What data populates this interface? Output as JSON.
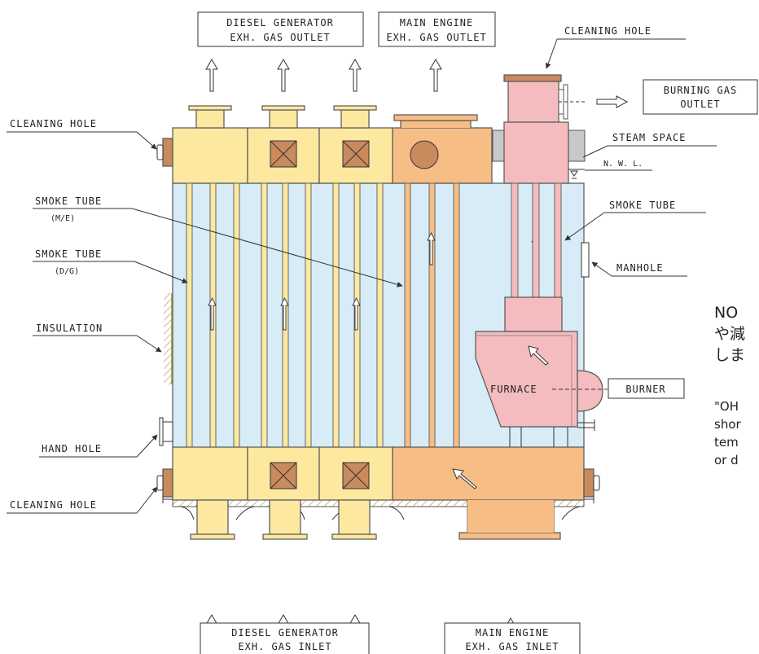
{
  "colors": {
    "yellow": "#fde8a0",
    "orange": "#f6bd85",
    "pink": "#f4bcbf",
    "water": "#d7ecf6",
    "steam": "#c8c8c8",
    "brown": "#c98a5e",
    "hatch": "#a38a2a"
  },
  "labels": {
    "dg_outlet": [
      "DIESEL GENERATOR",
      "EXH. GAS OUTLET"
    ],
    "me_outlet": [
      "MAIN ENGINE",
      "EXH. GAS OUTLET"
    ],
    "cleaning_hole_top": "CLEANING HOLE",
    "burning_gas_outlet": [
      "BURNING GAS",
      "OUTLET"
    ],
    "cleaning_hole_left_top": "CLEANING HOLE",
    "steam_space": "STEAM SPACE",
    "nwl": "N. W. L.",
    "smoke_tube_me": "SMOKE TUBE",
    "smoke_tube_me_sub": "(M/E)",
    "smoke_tube_right": "SMOKE TUBE",
    "smoke_tube_dg": "SMOKE TUBE",
    "smoke_tube_dg_sub": "(D/G)",
    "manhole": "MANHOLE",
    "insulation": "INSULATION",
    "furnace": "FURNACE",
    "burner": "BURNER",
    "hand_hole": "HAND HOLE",
    "cleaning_hole_left_bottom": "CLEANING HOLE",
    "dg_inlet": [
      "DIESEL GENERATOR",
      "EXH. GAS INLET"
    ],
    "me_inlet": [
      "MAIN ENGINE",
      "EXH. GAS INLET"
    ]
  },
  "note": {
    "jp_line1": "NO",
    "jp_line2": "や減",
    "jp_line3": "しま",
    "en_line1": "\"OH",
    "en_line2": "shor",
    "en_line3": "tem",
    "en_line4": "or d"
  }
}
